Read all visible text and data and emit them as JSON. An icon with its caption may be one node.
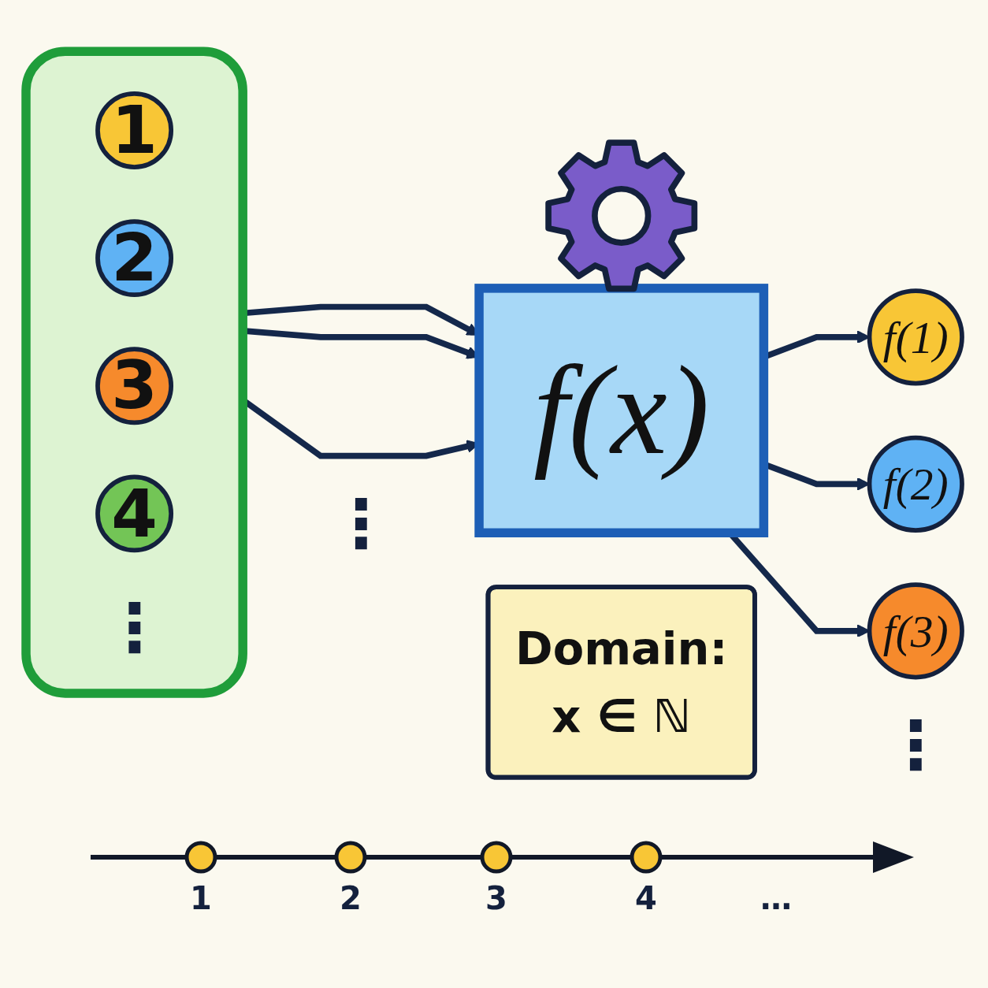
{
  "diagram": {
    "nodes": [
      {
        "text": [],
        "shape": "box"
      },
      {
        "text": [
          "1"
        ],
        "in": 0
      },
      {
        "text": [
          "2"
        ],
        "in": 0
      },
      {
        "text": [
          "3"
        ],
        "in": 0
      },
      {
        "text": [
          "4"
        ],
        "in": 0
      },
      {
        "text": [
          "f(x)"
        ]
      },
      {
        "text": [
          "f(1)"
        ]
      },
      {
        "text": [
          "f(2)"
        ]
      },
      {
        "text": [
          "f(3)"
        ]
      },
      {
        "text": [
          "Domain:",
          "x ∈ ℕ"
        ]
      }
    ],
    "edges": [
      {
        "from": 0,
        "to": 5,
        "arrow": "to"
      },
      {
        "from": 0,
        "to": 5,
        "arrow": "to"
      },
      {
        "from": 0,
        "to": 5,
        "arrow": "to"
      },
      {
        "from": 5,
        "to": 6,
        "arrow": "to"
      },
      {
        "from": 5,
        "to": 7,
        "arrow": "to"
      },
      {
        "from": 5,
        "to": 8,
        "arrow": "to"
      }
    ],
    "labels": [
      "⋮",
      "⋮",
      "⋮",
      "1",
      "2",
      "3",
      "4",
      "…"
    ]
  }
}
